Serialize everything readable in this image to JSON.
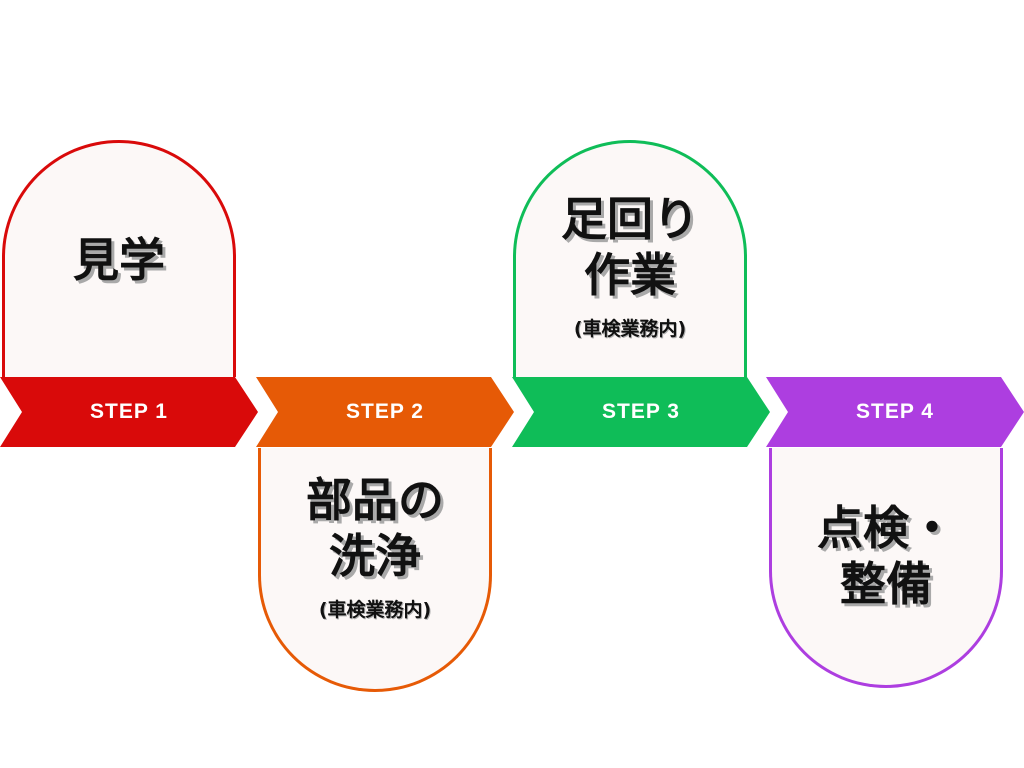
{
  "steps": [
    {
      "label": "STEP 1",
      "lines": [
        "見学"
      ],
      "note": "",
      "color": "#d90a0a"
    },
    {
      "label": "STEP 2",
      "lines": [
        "部品の",
        "洗浄"
      ],
      "note": "(車検業務内)",
      "color": "#e65a06"
    },
    {
      "label": "STEP 3",
      "lines": [
        "足回り",
        "作業"
      ],
      "note": "(車検業務内)",
      "color": "#0fbd58"
    },
    {
      "label": "STEP 4",
      "lines": [
        "点検・",
        "整備"
      ],
      "note": "",
      "color": "#ad3ee0"
    }
  ]
}
